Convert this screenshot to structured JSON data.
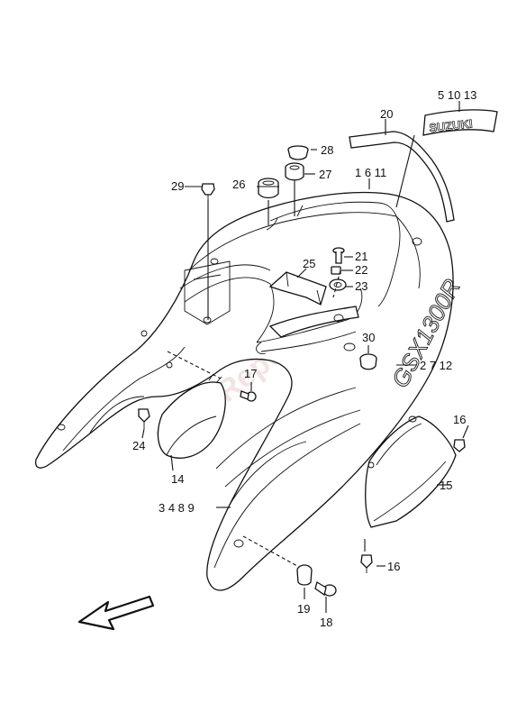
{
  "labels": {
    "l5_10_13": "5 10 13",
    "l20": "20",
    "l28": "28",
    "l27": "27",
    "l29": "29",
    "l26": "26",
    "l1_6_11": "1 6 11",
    "l21": "21",
    "l25": "25",
    "l22": "22",
    "l23": "23",
    "l30": "30",
    "l2_7_12": "2 7 12",
    "l17": "17",
    "l16a": "16",
    "l24": "24",
    "l15": "15",
    "l14": "14",
    "l3_4_8_9": "3 4 8 9",
    "l16b": "16",
    "l19": "19",
    "l18": "18"
  },
  "decal": {
    "brand": "SUZUKI",
    "model": "GSX1300R"
  },
  "watermark": "PartsRepublik",
  "colors": {
    "line": "#111111",
    "background": "#ffffff",
    "watermark": "#e9cfcf"
  }
}
